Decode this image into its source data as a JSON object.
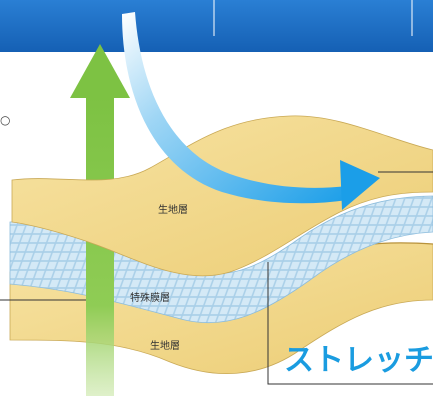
{
  "layers": {
    "top_label": "生地層",
    "middle_label": "特殊膜層",
    "bottom_label": "生地層"
  },
  "callout": {
    "text": "ストレッチ"
  },
  "bullet": "○",
  "colors": {
    "banner": "#1e6dc2",
    "fabric": "#f3d98c",
    "fabric_edge": "#c9a956",
    "membrane": "#b9d9ee",
    "membrane_grid": "#ffffff",
    "green_arrow": "#7dc243",
    "blue_arrow": "#2aa6e8",
    "callout_text": "#1a9ce0"
  }
}
